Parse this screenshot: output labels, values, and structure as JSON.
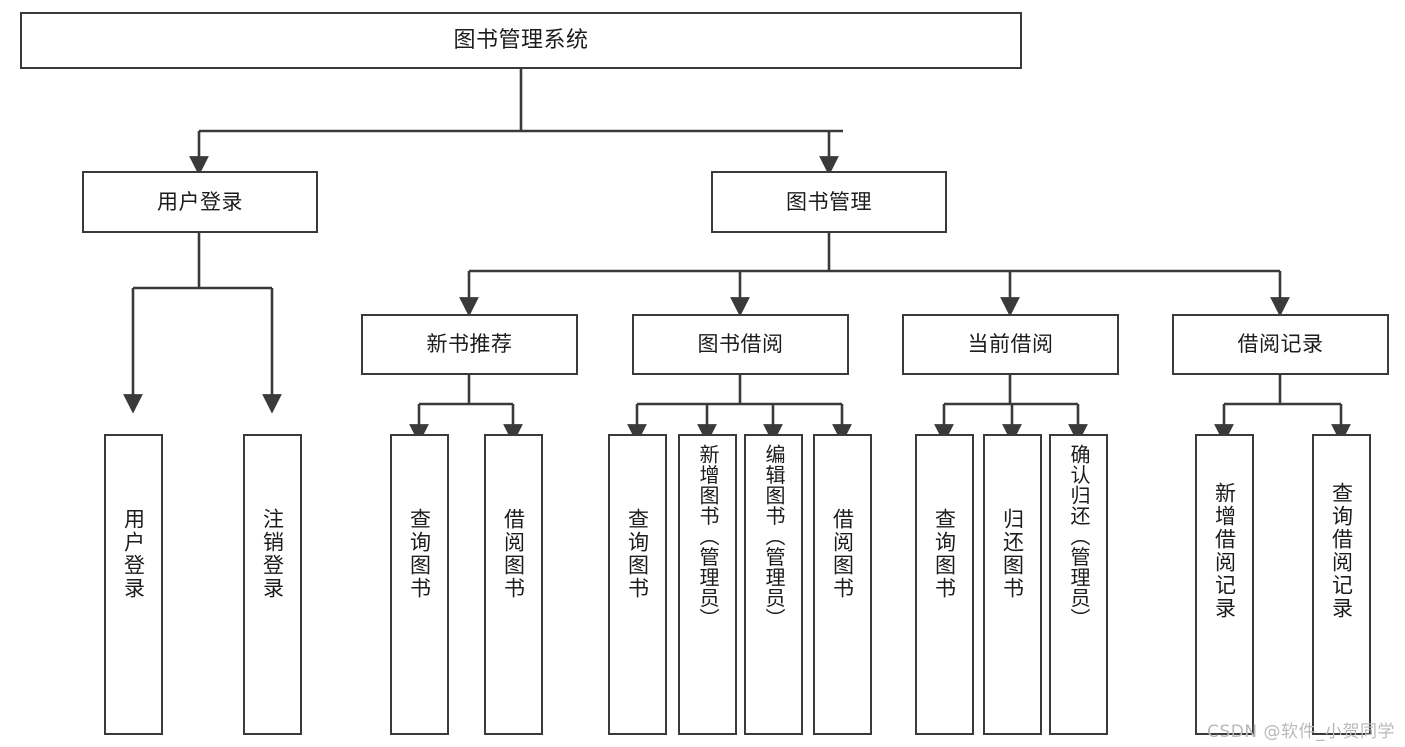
{
  "diagram": {
    "title": "图书管理系统",
    "type": "tree-hierarchy-chart",
    "watermark": "CSDN @软件_小贺同学",
    "colors": {
      "box_border": "#3a3a3a",
      "box_fill": "#ffffff",
      "connector": "#3a3a3a",
      "text": "#1c1c1c",
      "watermark": "#b9b9b9",
      "background": "#ffffff"
    },
    "root": {
      "label": "图书管理系统"
    },
    "level1": [
      {
        "label": "用户登录"
      },
      {
        "label": "图书管理"
      }
    ],
    "level2": [
      {
        "label": "新书推荐"
      },
      {
        "label": "图书借阅"
      },
      {
        "label": "当前借阅"
      },
      {
        "label": "借阅记录"
      }
    ],
    "leaves": {
      "user_login": [
        {
          "label": "用户登录"
        },
        {
          "label": "注销登录"
        }
      ],
      "new_book_recommend": [
        {
          "label": "查询图书"
        },
        {
          "label": "借阅图书"
        }
      ],
      "book_borrow": [
        {
          "label": "查询图书"
        },
        {
          "label": "新增图书（管理员）"
        },
        {
          "label": "编辑图书（管理员）"
        },
        {
          "label": "借阅图书"
        }
      ],
      "current_borrow": [
        {
          "label": "查询图书"
        },
        {
          "label": "归还图书"
        },
        {
          "label": "确认归还（管理员）"
        }
      ],
      "borrow_record": [
        {
          "label": "新增借阅记录"
        },
        {
          "label": "查询借阅记录"
        }
      ]
    }
  }
}
